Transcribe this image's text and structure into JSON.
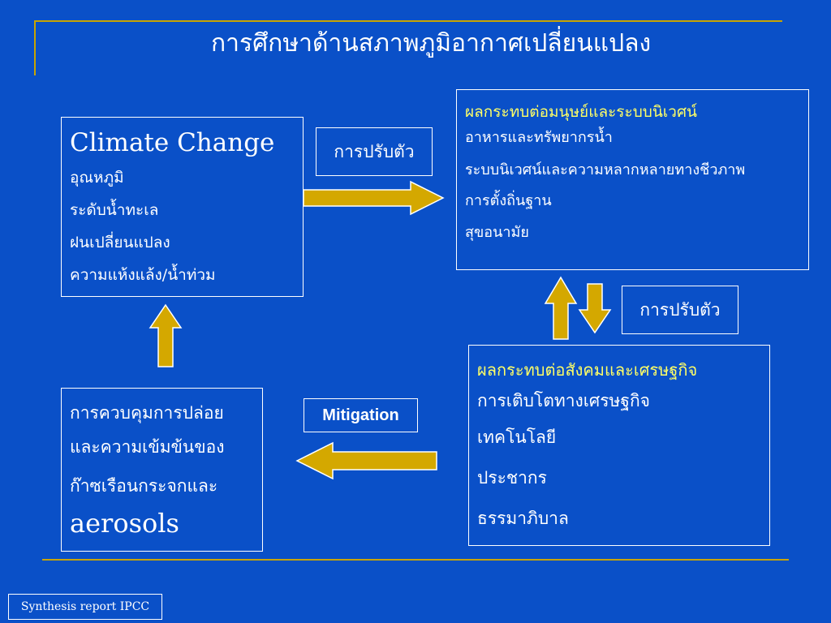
{
  "title": "การศึกษาด้านสภาพภูมิอากาศเปลี่ยนแปลง",
  "climate_box": {
    "heading": "Climate Change",
    "items": [
      "อุณหภูมิ",
      "ระดับน้ำทะเล",
      "ฝนเปลี่ยนแปลง",
      "ความแห้งแล้ง/น้ำท่วม"
    ]
  },
  "human_box": {
    "heading": "ผลกระทบต่อมนุษย์และระบบนิเวศน์",
    "items": [
      "อาหารและทรัพยากรน้ำ",
      "ระบบนิเวศน์และความหลากหลายทางชีวภาพ",
      "การตั้งถิ่นฐาน",
      "สุขอนามัย"
    ]
  },
  "social_box": {
    "heading": "ผลกระทบต่อสังคมและเศรษฐกิจ",
    "items": [
      "การเติบโตทางเศรษฐกิจ",
      "เทคโนโลยี",
      "ประชากร",
      "ธรรมาภิบาล"
    ]
  },
  "mitigation_box": {
    "lines": [
      "การควบคุมการปล่อย",
      "และความเข้มข้นของ",
      "ก๊าซเรือนกระจกและ"
    ],
    "big": "aerosols"
  },
  "labels": {
    "adapt_top": "การปรับตัว",
    "adapt_right": "การปรับตัว",
    "mitigation": "Mitigation"
  },
  "source": "Synthesis report IPCC",
  "colors": {
    "background": "#0a50c8",
    "accent_line": "#c8a400",
    "arrow_fill": "#d4a800",
    "heading_highlight": "#ffff66"
  }
}
